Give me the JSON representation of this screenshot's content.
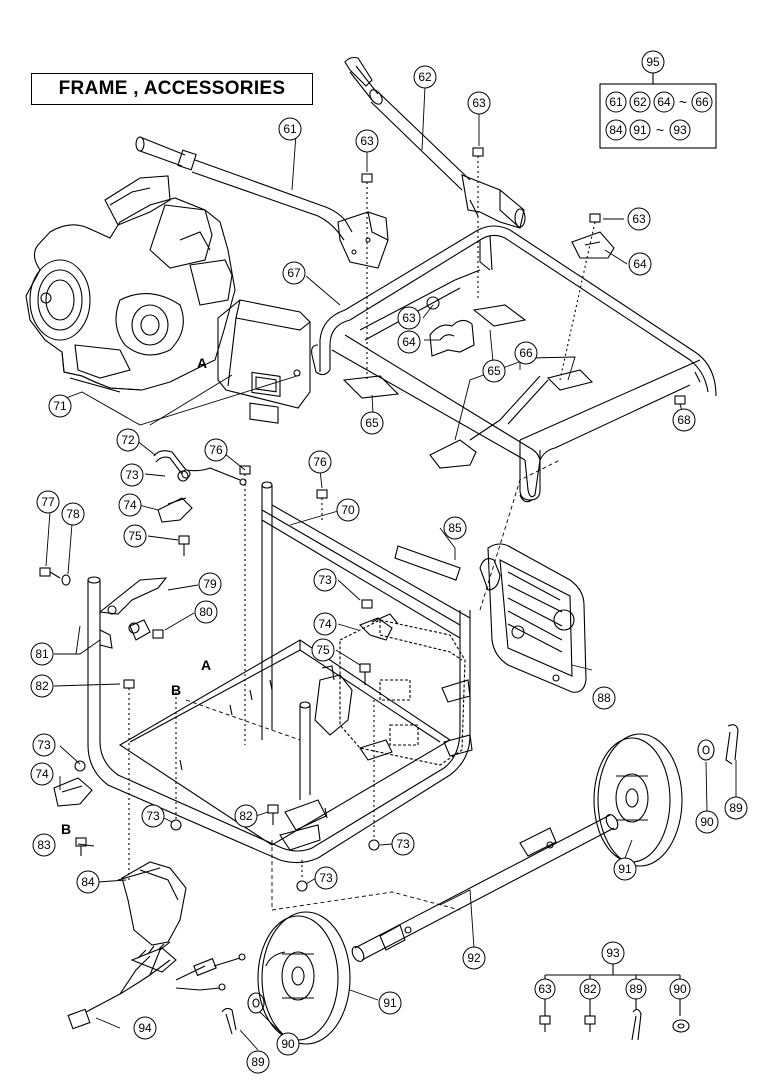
{
  "title": "FRAME , ACCESSORIES",
  "callouts": {
    "c61": "61",
    "c62": "62",
    "c63a": "63",
    "c63b": "63",
    "c63c": "63",
    "c63d": "63",
    "c64a": "64",
    "c64b": "64",
    "c65a": "65",
    "c65b": "65",
    "c66": "66",
    "c67": "67",
    "c68": "68",
    "c70": "70",
    "c71": "71",
    "c72": "72",
    "c73a": "73",
    "c73b": "73",
    "c73c": "73",
    "c73d": "73",
    "c73e": "73",
    "c73f": "73",
    "c74a": "74",
    "c74b": "74",
    "c74c": "74",
    "c75a": "75",
    "c75b": "75",
    "c76a": "76",
    "c76b": "76",
    "c77": "77",
    "c78": "78",
    "c79": "79",
    "c80": "80",
    "c81": "81",
    "c82a": "82",
    "c82b": "82",
    "c83": "83",
    "c84": "84",
    "c85": "85",
    "c88": "88",
    "c89a": "89",
    "c89b": "89",
    "c90a": "90",
    "c90b": "90",
    "c91a": "91",
    "c91b": "91",
    "c92": "92",
    "c94": "94"
  },
  "letters": {
    "A1": "A",
    "A2": "A",
    "B1": "B",
    "B2": "B"
  },
  "kit95": {
    "id": "95",
    "row1": [
      "61",
      "62",
      "64",
      "~",
      "66"
    ],
    "row2": [
      "84",
      "91",
      "~",
      "93"
    ]
  },
  "kit93": {
    "id": "93",
    "items": [
      "63",
      "82",
      "89",
      "90"
    ]
  }
}
